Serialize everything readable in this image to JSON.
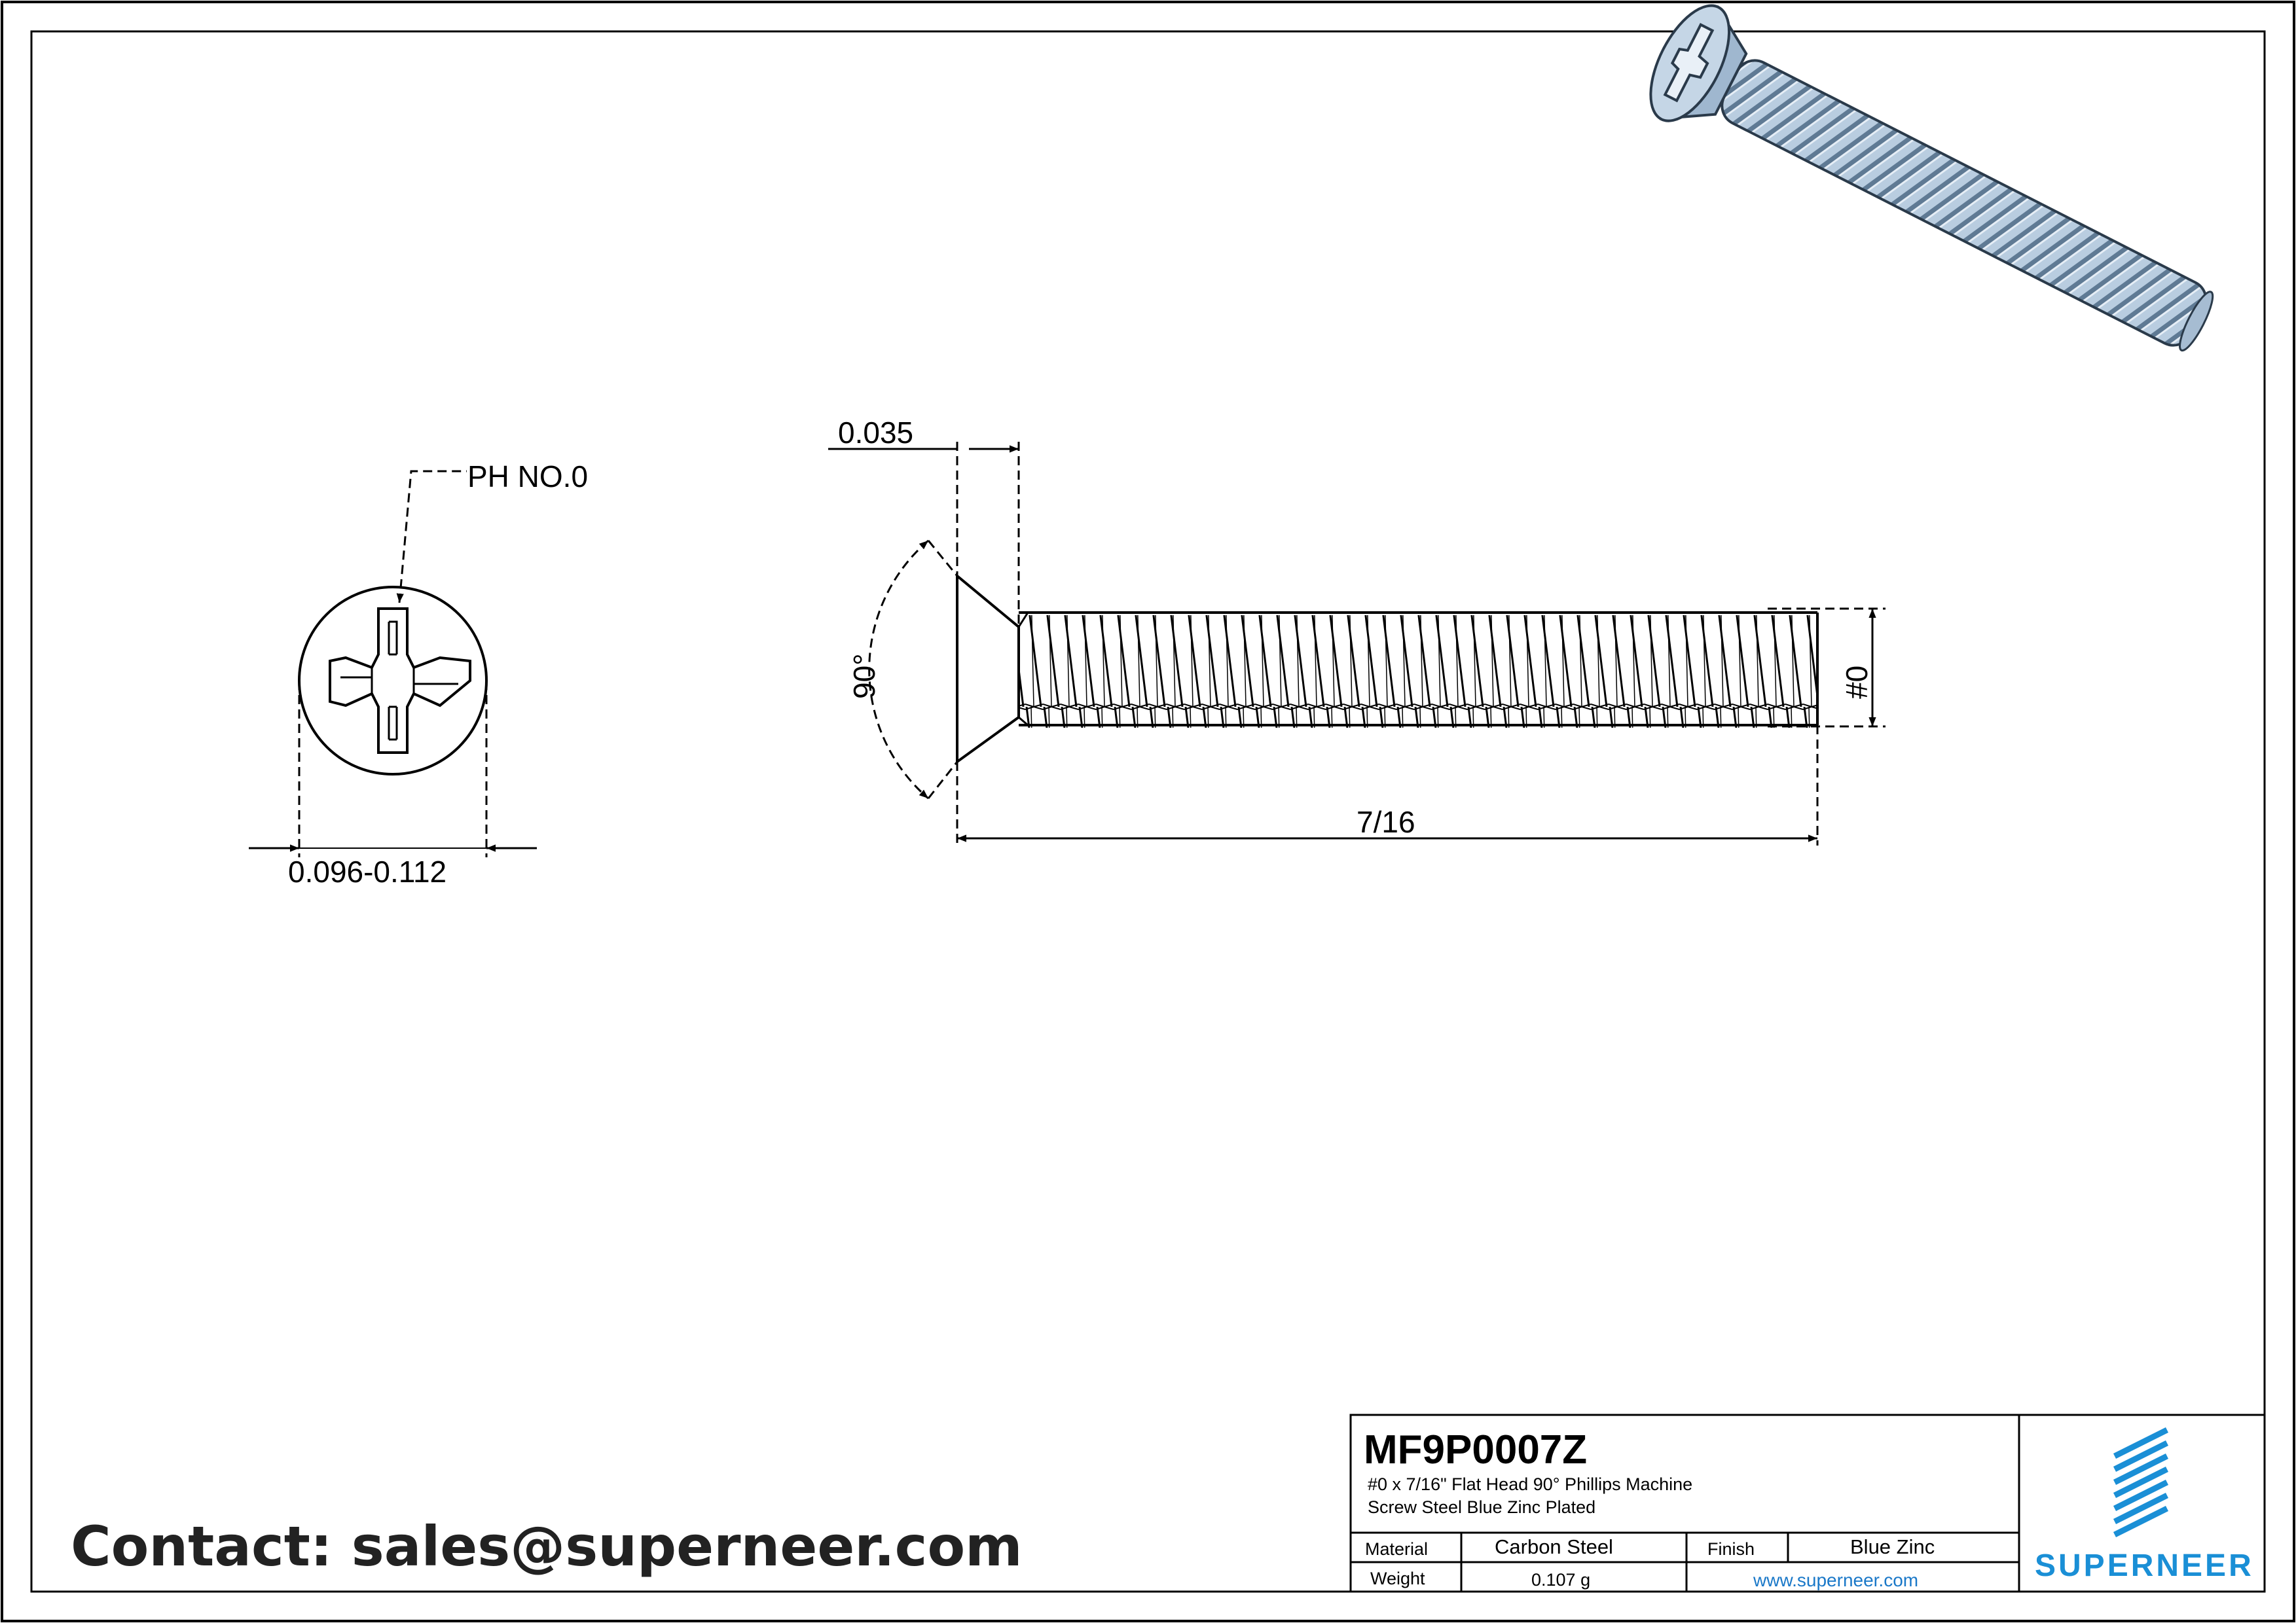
{
  "drawing": {
    "recess_label": "PH NO.0",
    "head_diameter": "0.096-0.112",
    "head_height": "0.035",
    "head_angle": "90°",
    "length": "7/16",
    "thread_size": "#0"
  },
  "title_block": {
    "part_number": "MF9P0007Z",
    "description_line1": "#0 x 7/16\" Flat Head 90° Phillips Machine",
    "description_line2": "Screw Steel Blue Zinc Plated",
    "material_label": "Material",
    "material_value": "Carbon Steel",
    "finish_label": "Finish",
    "finish_value": "Blue Zinc",
    "weight_label": "Weight",
    "weight_value": "0.107 g",
    "website": "www.superneer.com",
    "brand": "SUPERNEER"
  },
  "contact": "Contact: sales@superneer.com",
  "colors": {
    "brand_blue": "#1a8fd6",
    "zinc_blue": "#b9cde0"
  }
}
